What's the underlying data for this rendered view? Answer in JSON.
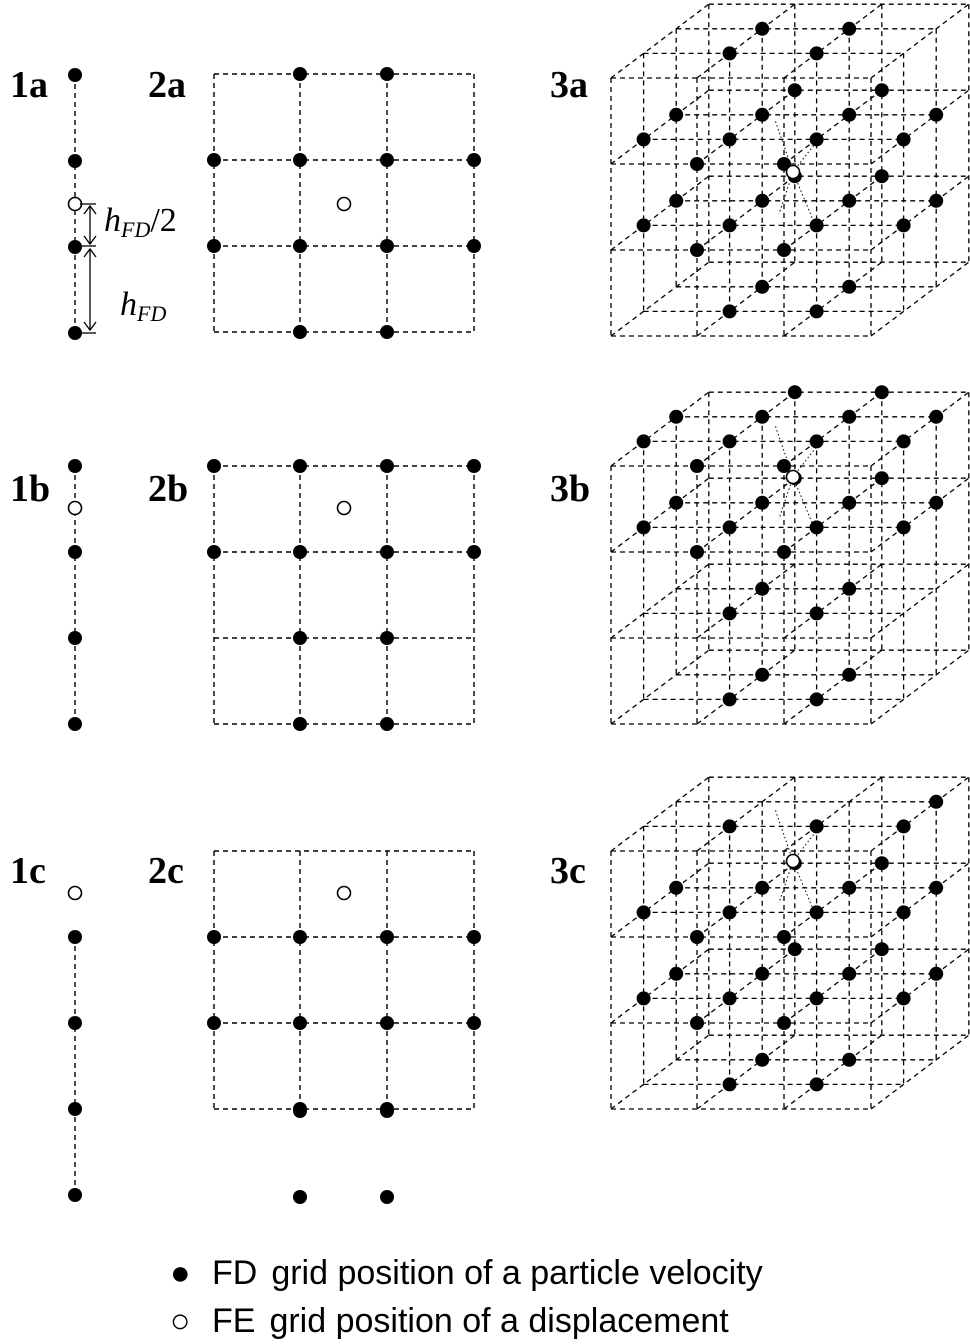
{
  "labels": {
    "p1a": "1a",
    "p2a": "2a",
    "p3a": "3a",
    "p1b": "1b",
    "p2b": "2b",
    "p3b": "3b",
    "p1c": "1c",
    "p2c": "2c",
    "p3c": "3c"
  },
  "annotations": {
    "half_spacing": {
      "base": "h",
      "sub": "FD",
      "suffix": "/2"
    },
    "spacing": {
      "base": "h",
      "sub": "FD"
    }
  },
  "legend": [
    {
      "symbol": "filled-dot",
      "tag": "FD",
      "text": "grid position of a particle velocity"
    },
    {
      "symbol": "open-dot",
      "tag": "FE",
      "text": "grid position of a displacement"
    }
  ],
  "colors": {
    "ink": "#000000",
    "background": "#ffffff"
  }
}
